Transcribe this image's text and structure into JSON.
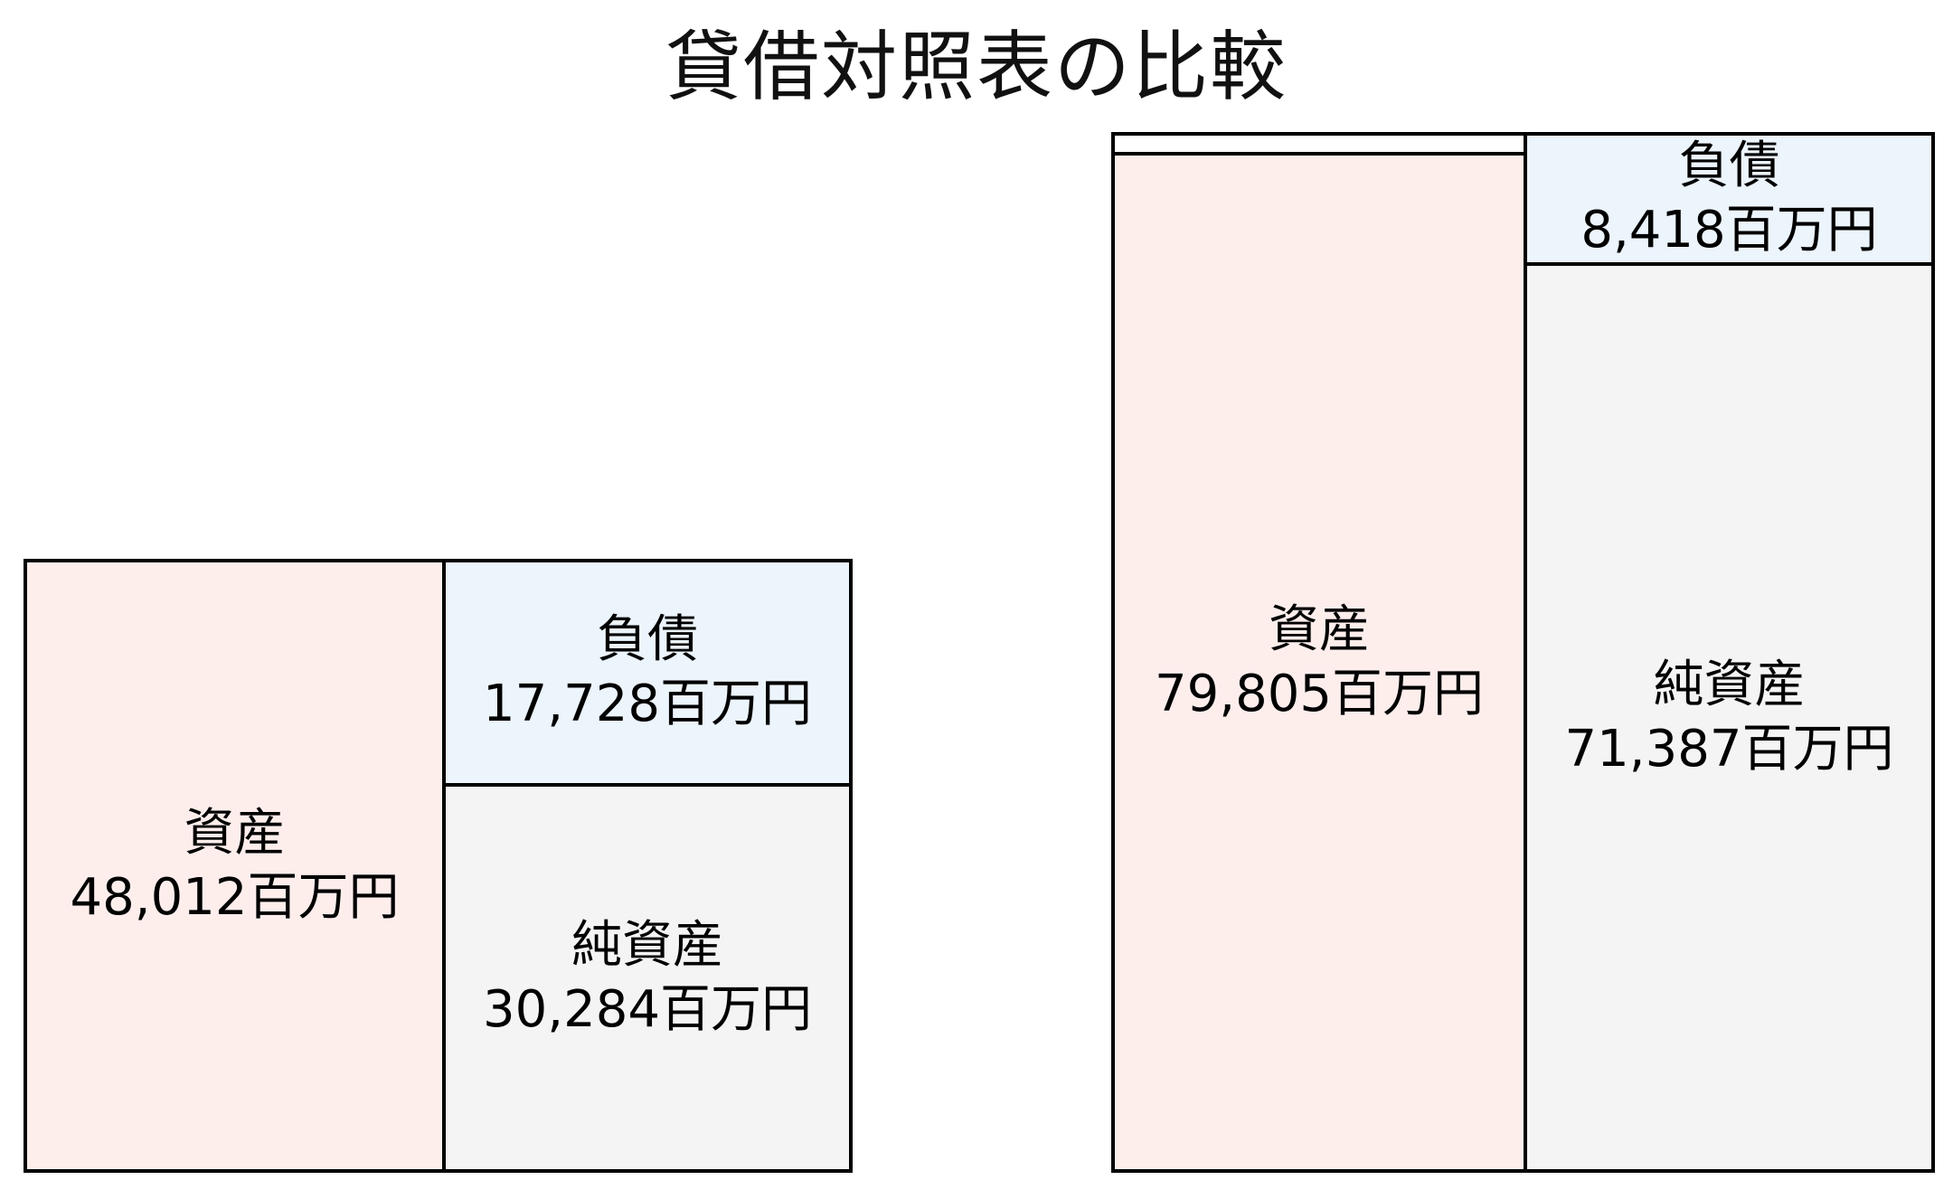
{
  "title": "貸借対照表の比較",
  "colors": {
    "assets_fill": "#fdeeec",
    "liabilities_fill": "#ecf4fc",
    "net_assets_fill": "#f4f4f4",
    "border": "#000000",
    "text": "#000000",
    "background": "#ffffff"
  },
  "chart_data": [
    {
      "type": "stacked-balance-sheet",
      "position": "left",
      "unit": "百万円",
      "assets": {
        "label": "資産",
        "value": 48012,
        "text": "48,012百万円"
      },
      "liabilities": {
        "label": "負債",
        "value": 17728,
        "text": "17,728百万円"
      },
      "net_assets": {
        "label": "純資産",
        "value": 30284,
        "text": "30,284百万円"
      }
    },
    {
      "type": "stacked-balance-sheet",
      "position": "right",
      "unit": "百万円",
      "assets": {
        "label": "資産",
        "value": 79805,
        "text": "79,805百万円"
      },
      "liabilities": {
        "label": "負債",
        "value": 8418,
        "text": "8,418百万円"
      },
      "net_assets": {
        "label": "純資産",
        "value": 71387,
        "text": "71,387百万円"
      }
    }
  ]
}
